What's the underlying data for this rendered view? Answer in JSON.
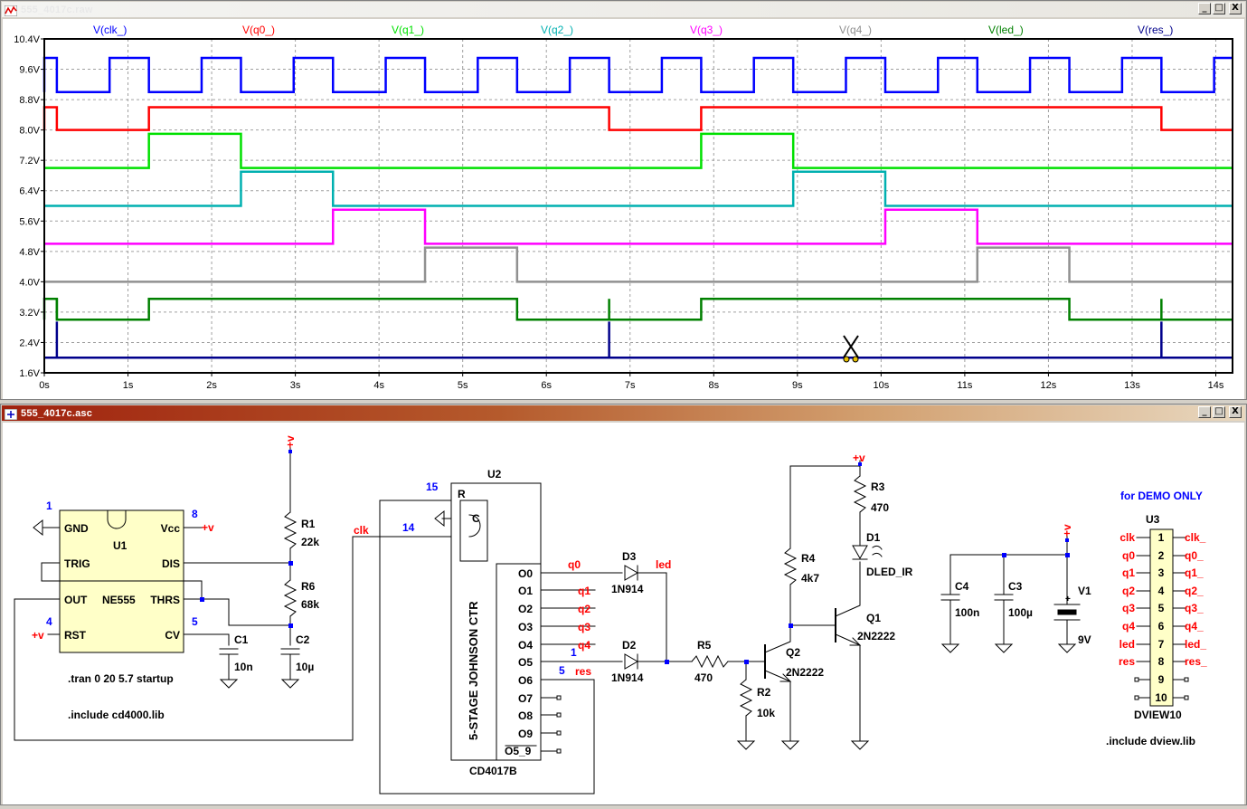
{
  "waveform_window": {
    "title": "555_4017c.raw",
    "buttons": {
      "minimize": "_",
      "restore": "□",
      "close": "X"
    }
  },
  "schematic_window": {
    "title": "555_4017c.asc",
    "buttons": {
      "minimize": "_",
      "restore": "□",
      "close": "X"
    }
  },
  "chart_data": {
    "type": "line",
    "xlabel": "",
    "ylabel": "",
    "x_ticks": [
      "0s",
      "1s",
      "2s",
      "3s",
      "4s",
      "5s",
      "6s",
      "7s",
      "8s",
      "9s",
      "10s",
      "11s",
      "12s",
      "13s",
      "14s"
    ],
    "y_ticks": [
      "1.6V",
      "2.4V",
      "3.2V",
      "4.0V",
      "4.8V",
      "5.6V",
      "6.4V",
      "7.2V",
      "8.0V",
      "8.8V",
      "9.6V",
      "10.4V"
    ],
    "xlim": [
      0,
      14.2
    ],
    "ylim": [
      1.6,
      10.4
    ],
    "grid": true,
    "legend": "top",
    "series": [
      {
        "name": "V(clk_)",
        "color": "#0000ff",
        "low": 9.0,
        "high": 9.9,
        "transitions": [
          0,
          0.15,
          0.78,
          1.25,
          1.88,
          2.35,
          2.98,
          3.45,
          4.08,
          4.55,
          5.18,
          5.65,
          6.28,
          6.75,
          7.38,
          7.85,
          8.48,
          8.95,
          9.58,
          10.05,
          10.68,
          11.15,
          11.78,
          12.25,
          12.88,
          13.35,
          13.98
        ]
      },
      {
        "name": "V(q0_)",
        "color": "#ff0000",
        "low": 8.0,
        "high": 8.6,
        "transitions": [
          0,
          0.15,
          1.25,
          6.75,
          7.85,
          13.35
        ]
      },
      {
        "name": "V(q1_)",
        "color": "#00e000",
        "low": 7.0,
        "high": 7.9,
        "transitions": [
          1.25,
          2.35,
          7.85,
          8.95
        ]
      },
      {
        "name": "V(q2_)",
        "color": "#00b0b0",
        "low": 6.0,
        "high": 6.9,
        "transitions": [
          2.35,
          3.45,
          8.95,
          10.05
        ]
      },
      {
        "name": "V(q3_)",
        "color": "#ff00ff",
        "low": 5.0,
        "high": 5.9,
        "transitions": [
          3.45,
          4.55,
          10.05,
          11.15
        ]
      },
      {
        "name": "V(q4_)",
        "color": "#909090",
        "low": 4.0,
        "high": 4.9,
        "transitions": [
          4.55,
          5.65,
          11.15,
          12.25
        ]
      },
      {
        "name": "V(led_)",
        "color": "#008000",
        "low": 3.0,
        "high": 3.55,
        "transitions": [
          0,
          0.15,
          1.25,
          5.65,
          7.85,
          12.25
        ],
        "glitches": [
          0.15,
          6.75,
          13.35
        ]
      },
      {
        "name": "V(res_)",
        "color": "#00008b",
        "low": 2.0,
        "high": 2.0,
        "transitions": [],
        "glitches": [
          0.15,
          6.75,
          13.35
        ]
      }
    ]
  },
  "schematic": {
    "u1": {
      "ref": "U1",
      "part": "NE555",
      "pins": {
        "gnd": "GND",
        "vcc": "Vcc",
        "trig": "TRIG",
        "dis": "DIS",
        "out": "OUT",
        "thrs": "THRS",
        "rst": "RST",
        "cv": "CV"
      },
      "pin_nums": {
        "gnd": "1",
        "vcc": "8",
        "rst": "4",
        "cv": "5"
      }
    },
    "u2": {
      "ref": "U2",
      "part": "CD4017B",
      "body": "5-STAGE JOHNSON CTR",
      "pins": {
        "r": "R",
        "c": "C"
      },
      "pin_nums": {
        "r": "15",
        "c": "14",
        "o5": "1",
        "o6": "5"
      },
      "outputs": [
        "O0",
        "O1",
        "O2",
        "O3",
        "O4",
        "O5",
        "O6",
        "O7",
        "O8",
        "O9",
        "O5_9"
      ]
    },
    "u3": {
      "ref": "U3",
      "part": "DVIEW10",
      "note": "for DEMO ONLY",
      "left": [
        "clk",
        "q0",
        "q1",
        "q2",
        "q3",
        "q4",
        "led",
        "res"
      ],
      "right": [
        "clk_",
        "q0_",
        "q1_",
        "q2_",
        "q3_",
        "q4_",
        "led_",
        "res_"
      ],
      "nums": [
        "1",
        "2",
        "3",
        "4",
        "5",
        "6",
        "7",
        "8",
        "9",
        "10"
      ]
    },
    "nets": {
      "vplus": "+v",
      "clk": "clk",
      "q0": "q0",
      "q1": "q1",
      "q2": "q2",
      "q3": "q3",
      "q4": "q4",
      "led": "led",
      "res": "res"
    },
    "components": {
      "r1": {
        "ref": "R1",
        "val": "22k"
      },
      "r6": {
        "ref": "R6",
        "val": "68k"
      },
      "c1": {
        "ref": "C1",
        "val": "10n"
      },
      "c2": {
        "ref": "C2",
        "val": "10µ"
      },
      "d3": {
        "ref": "D3",
        "val": "1N914"
      },
      "d2": {
        "ref": "D2",
        "val": "1N914"
      },
      "r5": {
        "ref": "R5",
        "val": "470"
      },
      "r2": {
        "ref": "R2",
        "val": "10k"
      },
      "q2": {
        "ref": "Q2",
        "val": "2N2222"
      },
      "r4": {
        "ref": "R4",
        "val": "4k7"
      },
      "r3": {
        "ref": "R3",
        "val": "470"
      },
      "d1": {
        "ref": "D1",
        "val": "DLED_IR"
      },
      "q1": {
        "ref": "Q1",
        "val": "2N2222"
      },
      "c4": {
        "ref": "C4",
        "val": "100n"
      },
      "c3": {
        "ref": "C3",
        "val": "100µ"
      },
      "v1": {
        "ref": "V1",
        "val": "9V"
      }
    },
    "directives": {
      "tran": ".tran 0 20 5.7 startup",
      "inc1": ".include cd4000.lib",
      "inc2": ".include dview.lib"
    }
  }
}
